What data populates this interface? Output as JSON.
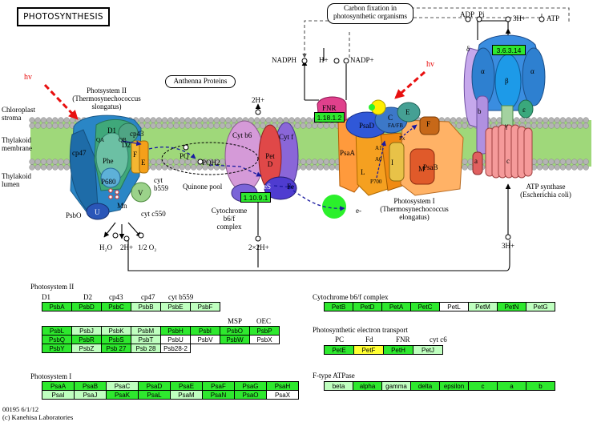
{
  "title": "PHOTOSYNTHESIS",
  "labels": {
    "carbon_fixation": "Carbon fixation in\nphotosynthetic organisms",
    "antenna_proteins": "Anthenna Proteins",
    "nadph": "NADPH",
    "h_plus": "H+",
    "nadp_plus": "NADP+",
    "adp": "ADP",
    "pi": "Pi",
    "three_h_top": "3H+",
    "atp": "ATP",
    "hv_left": "hv",
    "hv_right": "hv",
    "chloroplast_stroma": "Chloroplast\nstroma",
    "thylakoid_membrane": "Thylakoid\nmembrane",
    "thylakoid_lumen": "Thylakoid\nlumen",
    "ps2_title": "Photsystem II\n(Thermosynechococcus\nslongatus)",
    "two_h_top": "2H+",
    "quinone_pool": "Quinone pool",
    "cytb6f_title": "Cytochrome\nb6/f\ncomplex",
    "ps1_title": "Photosystem I\n(Thermosynechococcus\nelongatus)",
    "atp_synthase_title": "ATP synthase\n(Escherichia coli)",
    "h2o": "H₂O",
    "two_h_bottom": "2H+",
    "half_o2": "1/2 O₂",
    "two_x_two_h": "2×2H+",
    "three_h_bottom": "3H+",
    "e_minus": "e-",
    "cyt_b559": "cyt\nb559",
    "cyt_c550": "cyt c550",
    "sub_d1": "D1",
    "sub_d2": "D2",
    "sub_cp43": "cp43",
    "sub_cp47": "cp47",
    "sub_phe": "Phe",
    "sub_p680": "P680",
    "sub_f": "F",
    "sub_e": "E",
    "sub_v": "V",
    "sub_u": "U",
    "sub_mn": "Mn",
    "sub_psbo": "PsbO",
    "sub_qa": "QA",
    "sub_qb": "QB",
    "sub_pq": "PQ",
    "sub_pqh2": "PQH2",
    "sub_cytb6": "Cyt b6",
    "sub_cytf": "Cyt f",
    "sub_petd": "Pet\nD",
    "sub_fes": "FeS",
    "sub_fe": "Fe",
    "sub_fnr": "FNR",
    "sub_psaa": "PsaA",
    "sub_psab": "PsaB",
    "sub_psad": "PsaD",
    "sub_c": "C",
    "sub_e_ps1": "E",
    "sub_fafb": "FA/FB",
    "sub_fx": "Fx",
    "sub_l": "L",
    "sub_i": "I",
    "sub_m": "M",
    "sub_f_ps1": "F",
    "sub_p700": "P700",
    "sub_a0": "A0",
    "sub_a1": "A1",
    "sub_delta": "δ",
    "sub_alpha1": "α",
    "sub_alpha2": "α",
    "sub_beta": "β",
    "sub_b": "b",
    "sub_a": "a",
    "sub_c_atp": "c",
    "sub_gamma": "γ",
    "sub_epsilon": "ε"
  },
  "ec_numbers": {
    "fnr": "1.18.1.2",
    "cyt": "1.10.9.1",
    "atp": "3.6.3.14"
  },
  "tables": {
    "ps2": {
      "title": "Photosystem II",
      "headers": [
        "D1",
        "D2",
        "cp43",
        "cp47",
        "cyt b559"
      ],
      "rows1": [
        [
          {
            "t": "PsbA",
            "s": "g"
          },
          {
            "t": "PsbD",
            "s": "g"
          },
          {
            "t": "PsbC",
            "s": "g"
          },
          {
            "t": "PsbB",
            "s": "l"
          },
          {
            "t": "PsbE",
            "s": "l"
          },
          {
            "t": "PsbF",
            "s": "l"
          }
        ]
      ],
      "headers2": [
        "MSP",
        "OEC"
      ],
      "rows2": [
        [
          {
            "t": "PsbL",
            "s": "g"
          },
          {
            "t": "PsbJ",
            "s": "l"
          },
          {
            "t": "PsbK",
            "s": "l"
          },
          {
            "t": "PsbM",
            "s": "l"
          },
          {
            "t": "PsbH",
            "s": "g"
          },
          {
            "t": "PsbI",
            "s": "g"
          },
          {
            "t": "PsbO",
            "s": "g"
          },
          {
            "t": "PsbP",
            "s": "g"
          }
        ],
        [
          {
            "t": "PsbQ",
            "s": "g"
          },
          {
            "t": "PsbR",
            "s": "g"
          },
          {
            "t": "PsbS",
            "s": "g"
          },
          {
            "t": "PsbT",
            "s": "l"
          },
          {
            "t": "PsbU",
            "s": "w"
          },
          {
            "t": "PsbV",
            "s": "w"
          },
          {
            "t": "PsbW",
            "s": "g"
          },
          {
            "t": "PsbX",
            "s": "w"
          }
        ],
        [
          {
            "t": "PsbY",
            "s": "g"
          },
          {
            "t": "PsbZ",
            "s": "l"
          },
          {
            "t": "Psb 27",
            "s": "g"
          },
          {
            "t": "Psb 28",
            "s": "l"
          },
          {
            "t": "Psb28-2",
            "s": "w"
          }
        ]
      ]
    },
    "ps1": {
      "title": "Photosystem I",
      "rows": [
        [
          {
            "t": "PsaA",
            "s": "g"
          },
          {
            "t": "PsaB",
            "s": "g"
          },
          {
            "t": "PsaC",
            "s": "l"
          },
          {
            "t": "PsaD",
            "s": "g"
          },
          {
            "t": "PsaE",
            "s": "g"
          },
          {
            "t": "PsaF",
            "s": "g"
          },
          {
            "t": "PsaG",
            "s": "g"
          },
          {
            "t": "PsaH",
            "s": "g"
          }
        ],
        [
          {
            "t": "PsaI",
            "s": "l"
          },
          {
            "t": "PsaJ",
            "s": "l"
          },
          {
            "t": "PsaK",
            "s": "g"
          },
          {
            "t": "PsaL",
            "s": "g"
          },
          {
            "t": "PsaM",
            "s": "l"
          },
          {
            "t": "PsaN",
            "s": "g"
          },
          {
            "t": "PsaO",
            "s": "g"
          },
          {
            "t": "PsaX",
            "s": "w"
          }
        ]
      ]
    },
    "cytb6f": {
      "title": "Cytochrome b6/f complex",
      "rows": [
        [
          {
            "t": "PetB",
            "s": "g"
          },
          {
            "t": "PetD",
            "s": "g"
          },
          {
            "t": "PetA",
            "s": "g"
          },
          {
            "t": "PetC",
            "s": "g"
          },
          {
            "t": "PetL",
            "s": "w"
          },
          {
            "t": "PetM",
            "s": "l"
          },
          {
            "t": "PetN",
            "s": "g"
          },
          {
            "t": "PetG",
            "s": "l"
          }
        ]
      ]
    },
    "pet": {
      "title": "Photosynthetic electron transport",
      "headers": [
        "PC",
        "Fd",
        "FNR",
        "cyt c6"
      ],
      "rows": [
        [
          {
            "t": "PetE",
            "s": "g"
          },
          {
            "t": "PetF",
            "s": "y"
          },
          {
            "t": "PetH",
            "s": "g"
          },
          {
            "t": "PetJ",
            "s": "l"
          }
        ]
      ]
    },
    "atpase": {
      "title": "F-type ATPase",
      "rows": [
        [
          {
            "t": "beta",
            "s": "l"
          },
          {
            "t": "alpha",
            "s": "g"
          },
          {
            "t": "gamma",
            "s": "l"
          },
          {
            "t": "delta",
            "s": "g"
          },
          {
            "t": "epsilon",
            "s": "g"
          },
          {
            "t": "c",
            "s": "g"
          },
          {
            "t": "a",
            "s": "g"
          },
          {
            "t": "b",
            "s": "g"
          }
        ]
      ]
    }
  },
  "footer": {
    "line1": "00195 6/1/12",
    "line2": "(c) Kanehisa Laboratories"
  },
  "colors": {
    "gene_green": "#2ee82e",
    "gene_light": "#bfffbf",
    "gene_yellow": "#ffff33",
    "hv_red": "#e81010",
    "arrow_blue": "#1a1aa0"
  }
}
